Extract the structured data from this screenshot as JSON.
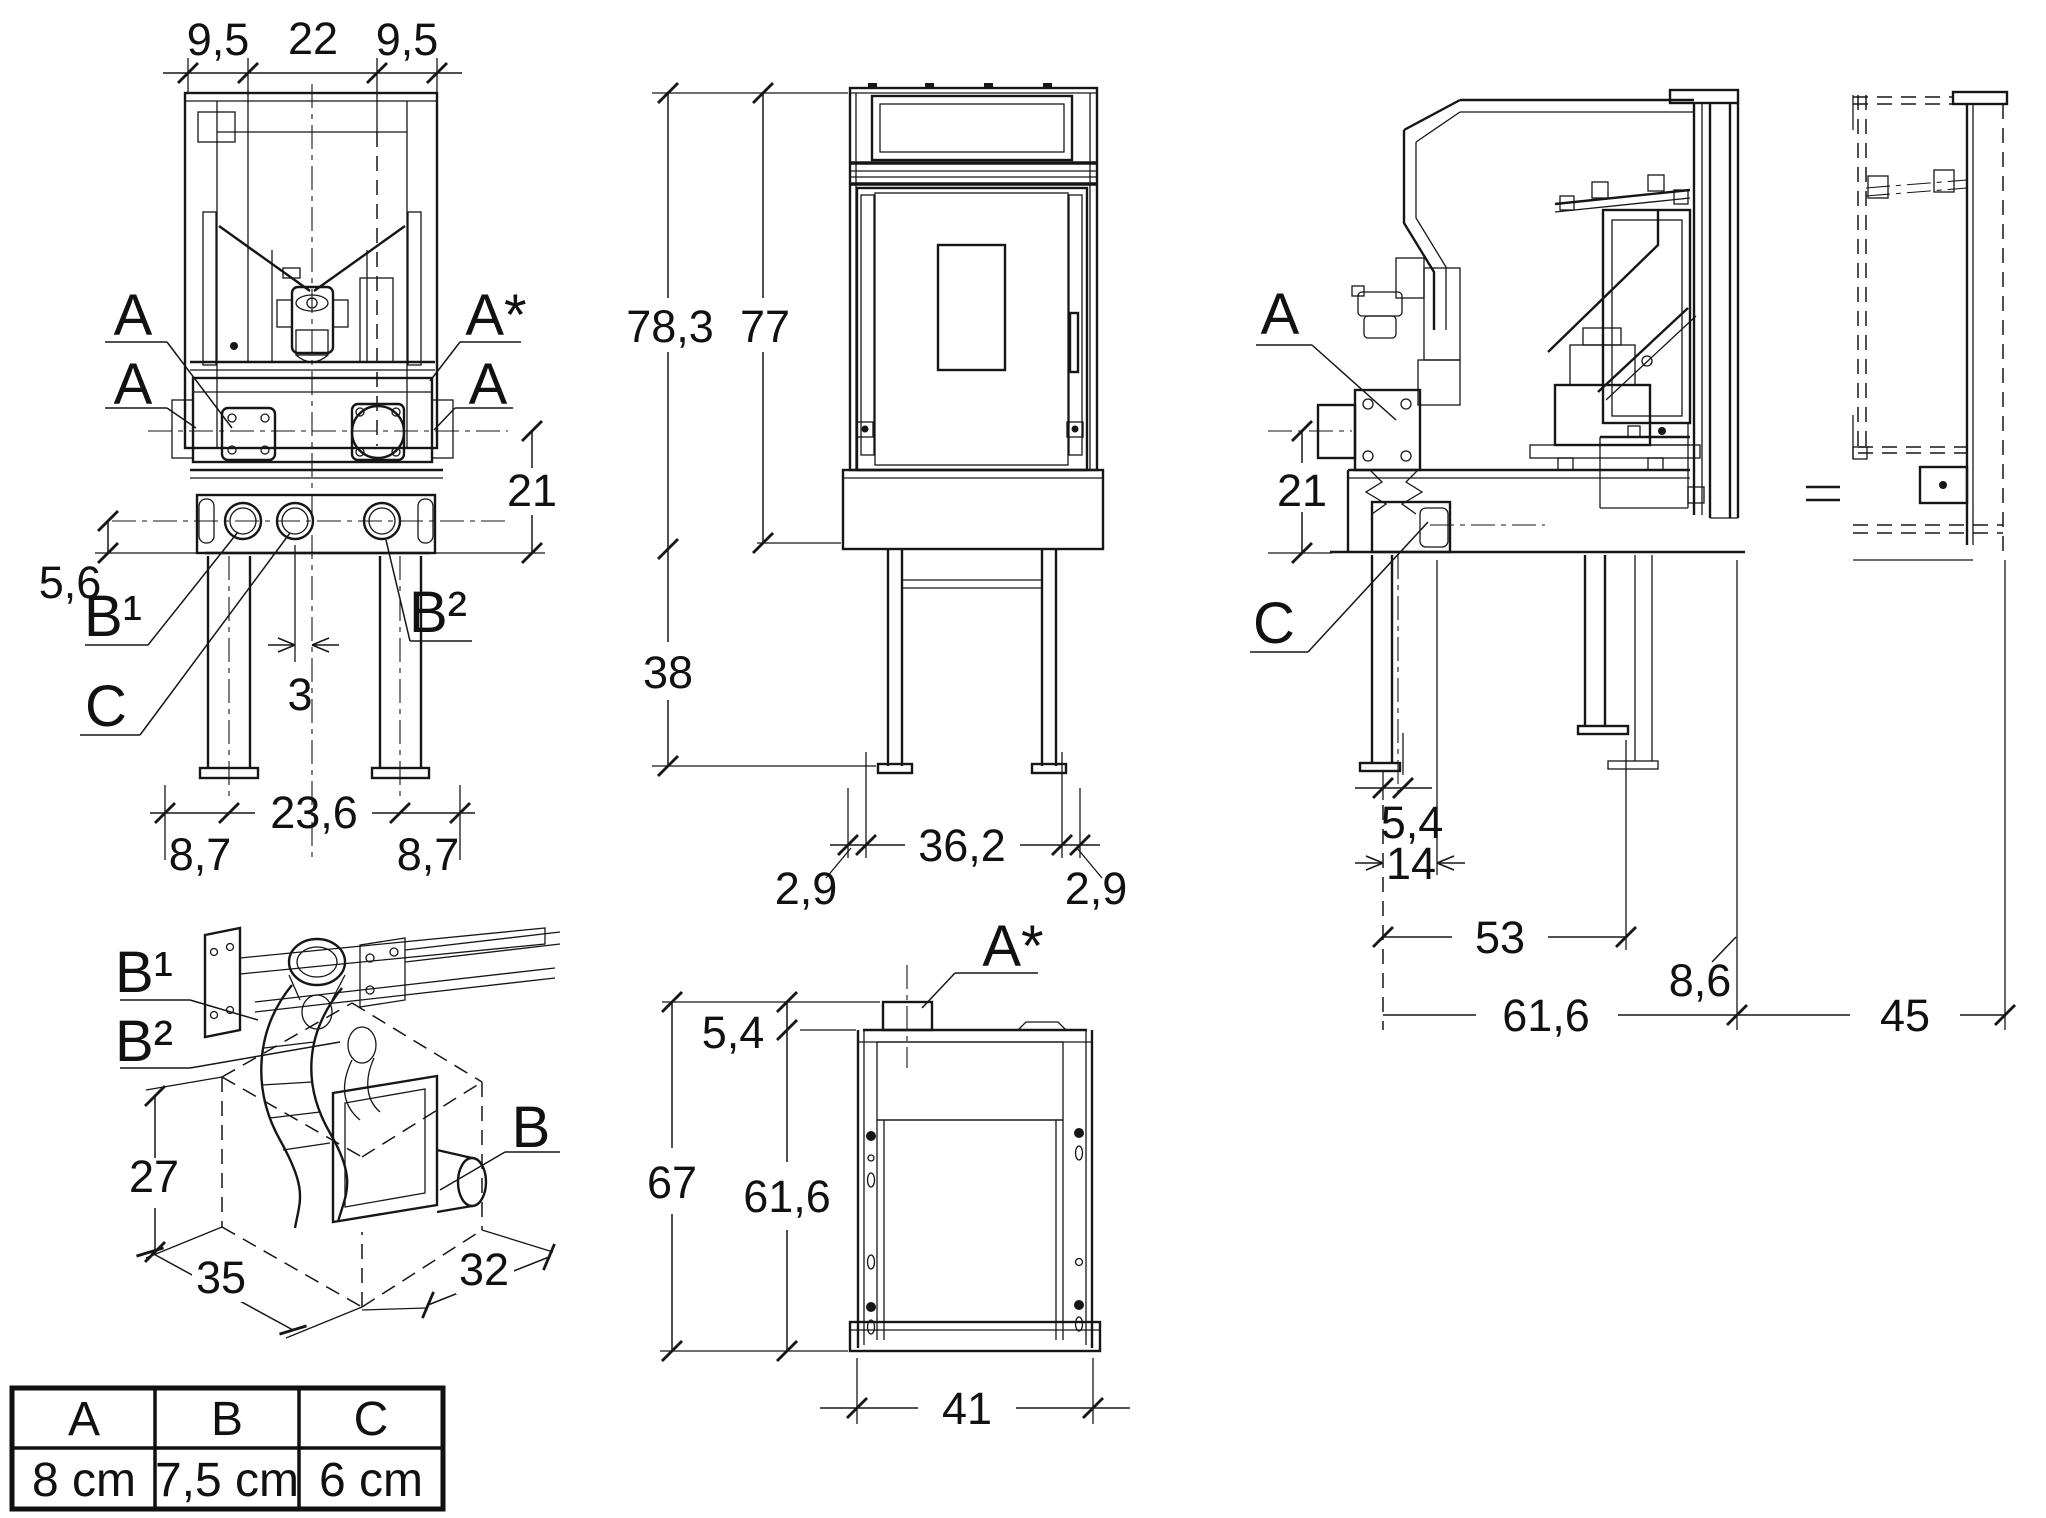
{
  "views": {
    "front_section": {
      "dim_left_offset": "9,5",
      "dim_hopper_width": "22",
      "dim_right_offset": "9,5",
      "label_a_plate": "A",
      "label_a_side_left": "A",
      "label_a_star": "A*",
      "label_a_side_right": "A",
      "dim_port_height": "5,6",
      "dim_flange_height": "21",
      "label_b1": "B¹",
      "label_c": "C",
      "label_b2": "B²",
      "dim_port_offset": "3",
      "dim_leg_span": "23,6",
      "dim_foot_left": "8,7",
      "dim_foot_right": "8,7"
    },
    "front_view": {
      "dim_total_height": "78,3",
      "dim_body_height": "77",
      "dim_pedestal_height": "38",
      "dim_foot_left": "2,9",
      "dim_leg_span": "36,2",
      "dim_foot_right": "2,9"
    },
    "side_view": {
      "label_a": "A",
      "label_c": "C",
      "dim_flange_height": "21",
      "dim_foot_depth": "5,4",
      "dim_front_offset": "14",
      "dim_leg_depth": "53",
      "dim_back_offset": "8,6",
      "dim_total_depth": "61,6",
      "dim_wall_clearance": "45"
    },
    "detail_3d": {
      "label_b1": "B¹",
      "label_b2": "B²",
      "label_b": "B",
      "dim_height": "27",
      "dim_width": "35",
      "dim_depth": "32"
    },
    "rear_view": {
      "label_a_star": "A*",
      "dim_collar_height": "5,4",
      "dim_total_height": "67",
      "dim_body_height": "61,6",
      "dim_width": "41"
    }
  },
  "spec_table": {
    "headers": [
      "A",
      "B",
      "C"
    ],
    "values": [
      "8 cm",
      "7,5 cm",
      "6 cm"
    ]
  }
}
